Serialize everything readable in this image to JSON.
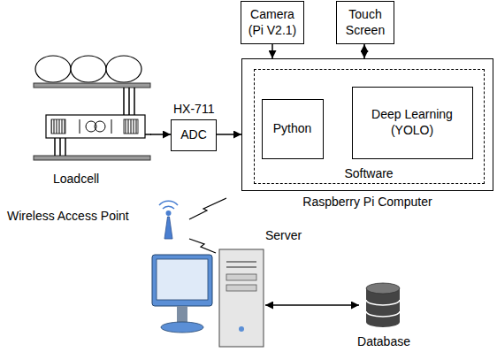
{
  "diagram": {
    "nodes": [
      {
        "text": [
          "Camera (Pi V2.1)"
        ]
      },
      {
        "text": [
          "Touch Screen"
        ]
      },
      {
        "text": [
          "Loadcell"
        ]
      },
      {
        "text": [
          "HX-711",
          "ADC"
        ]
      },
      {
        "text": [
          "Raspberry Pi Computer"
        ]
      },
      {
        "text": [
          "Software"
        ],
        "in": 4
      },
      {
        "text": [
          "Python"
        ],
        "in": 5
      },
      {
        "text": [
          "Deep Learning (YOLO)"
        ],
        "in": 5
      },
      {
        "text": [
          "Server"
        ]
      },
      {
        "text": [
          "Database"
        ]
      }
    ],
    "edges": [
      {
        "from": 0,
        "to": 4,
        "arrow": "to"
      },
      {
        "from": 1,
        "to": 4,
        "arrow": "both"
      },
      {
        "from": 2,
        "to": 3,
        "arrow": "to"
      },
      {
        "from": 3,
        "to": 4,
        "arrow": "to"
      },
      {
        "from": 6,
        "to": 7,
        "arrow": "both"
      },
      {
        "from": 8,
        "to": 9,
        "arrow": "both"
      }
    ],
    "labels": [
      "Wireless Access Point"
    ]
  }
}
